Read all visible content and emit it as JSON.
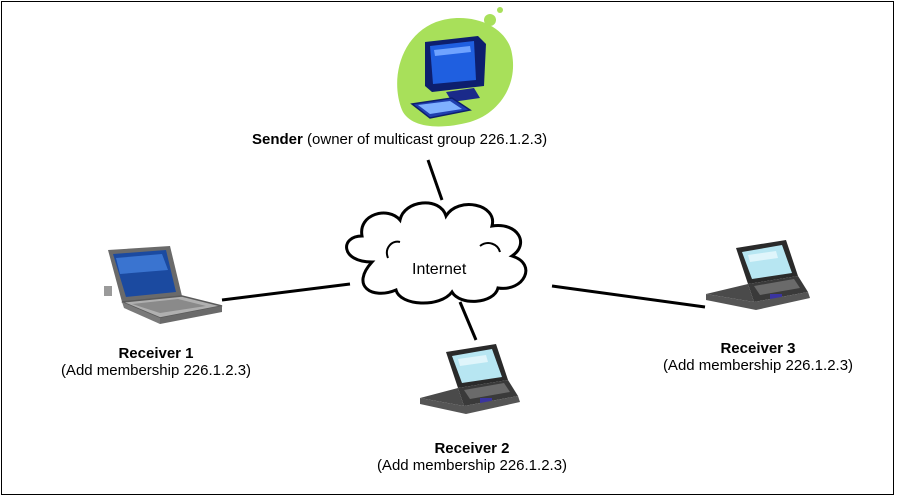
{
  "diagram": {
    "sender": {
      "name": "Sender",
      "detail": "(owner of multicast group 226.1.2.3)"
    },
    "cloud": {
      "label": "Internet"
    },
    "receivers": [
      {
        "name": "Receiver 1",
        "detail": "(Add membership 226.1.2.3)"
      },
      {
        "name": "Receiver 2",
        "detail": "(Add membership 226.1.2.3)"
      },
      {
        "name": "Receiver 3",
        "detail": "(Add membership 226.1.2.3)"
      }
    ]
  },
  "colors": {
    "sender_blob": "#a8e05a",
    "monitor_blue": "#1f5fe0",
    "laptop_body": "#8a8a8a",
    "laptop_screen_dark": "#1b4aa0",
    "laptop_screen_light": "#b7e6f2",
    "line": "#000000"
  }
}
